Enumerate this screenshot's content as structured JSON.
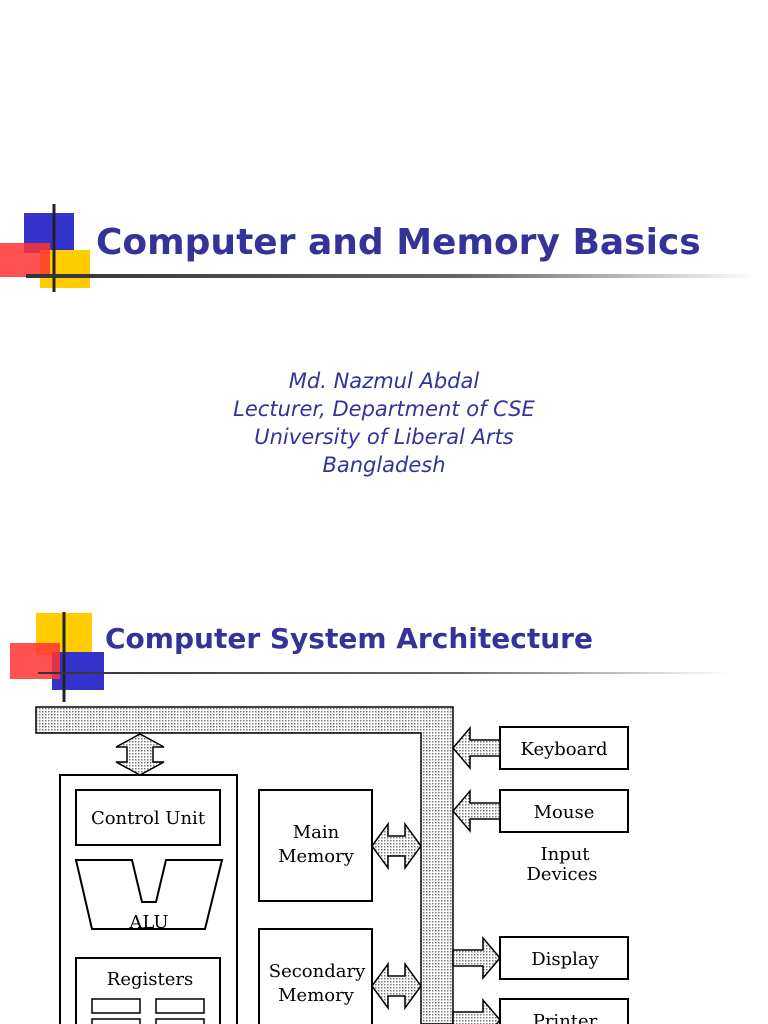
{
  "slide1": {
    "title": "Computer and Memory Basics",
    "author": {
      "name": "Md. Nazmul Abdal",
      "position": "Lecturer, Department of CSE",
      "institution": "University of Liberal Arts",
      "country": "Bangladesh"
    }
  },
  "slide2": {
    "title": "Computer System Architecture",
    "diagram": {
      "cpu": {
        "control_unit": "Control Unit",
        "alu": "ALU",
        "registers": "Registers"
      },
      "main_memory": [
        "Main",
        "Memory"
      ],
      "secondary_memory": [
        "Secondary",
        "Memory"
      ],
      "input_devices": {
        "items": [
          "Keyboard",
          "Mouse"
        ],
        "caption": [
          "Input",
          "Devices"
        ]
      },
      "output_devices": [
        "Display",
        "Printer"
      ]
    }
  },
  "colors": {
    "title": "#333399",
    "deco_blue": "#3333cc",
    "deco_yellow": "#ffcc00",
    "deco_red": "#ff3333",
    "bus_fill": "#d9d9d9"
  }
}
